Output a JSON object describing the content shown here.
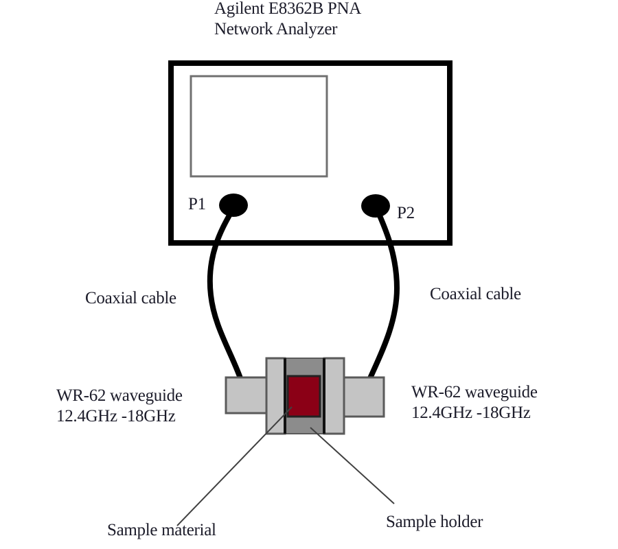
{
  "instrument": {
    "title_line1": "Agilent E8362B PNA",
    "title_line2": "Network Analyzer",
    "port1_label": "P1",
    "port2_label": "P2"
  },
  "cables": {
    "left_label": "Coaxial cable",
    "right_label": "Coaxial cable"
  },
  "waveguides": {
    "left": {
      "line1": "WR-62 waveguide",
      "line2": "12.4GHz -18GHz"
    },
    "right": {
      "line1": "WR-62 waveguide",
      "line2": "12.4GHz -18GHz"
    }
  },
  "callouts": {
    "sample_material": "Sample material",
    "sample_holder": "Sample holder"
  },
  "colors": {
    "outline": "#000000",
    "waveguide_fill": "#c4c4c4",
    "holder_fill": "#8c8c8c",
    "sample_fill": "#8b0016",
    "text": "#1c1c2a"
  }
}
